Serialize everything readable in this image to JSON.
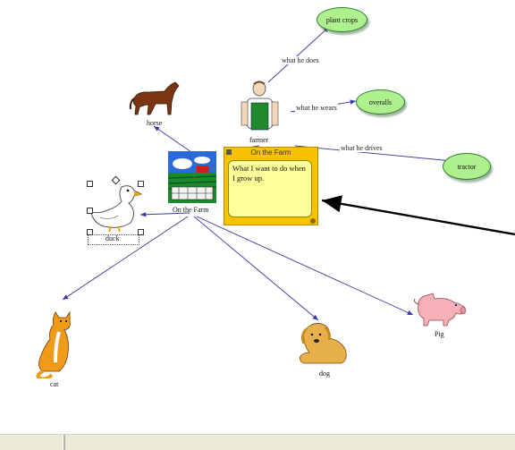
{
  "concept_map": {
    "center": {
      "label": "On the Farm"
    },
    "note": {
      "title": "On the Farm",
      "text": "What I want to do when I grow up."
    },
    "nodes": [
      {
        "id": "farmer",
        "label": "farmer"
      },
      {
        "id": "horse",
        "label": "horse"
      },
      {
        "id": "duck",
        "label": "duck"
      },
      {
        "id": "cat",
        "label": "cat"
      },
      {
        "id": "dog",
        "label": "dog"
      },
      {
        "id": "pig",
        "label": "Pig"
      }
    ],
    "ovals": [
      {
        "id": "plant-crops",
        "label": "plant crops"
      },
      {
        "id": "overalls",
        "label": "overalls"
      },
      {
        "id": "tractor",
        "label": "tractor"
      }
    ],
    "link_labels": [
      {
        "id": "what-he-does",
        "text": "what he does"
      },
      {
        "id": "what-he-wears",
        "text": "what he wears"
      },
      {
        "id": "what-he-drives",
        "text": "what he drives"
      }
    ],
    "colors": {
      "link": "#3a3a9e",
      "oval_fill": "#aef08e",
      "note": "#f7c200",
      "note_body": "#ffff99"
    }
  }
}
